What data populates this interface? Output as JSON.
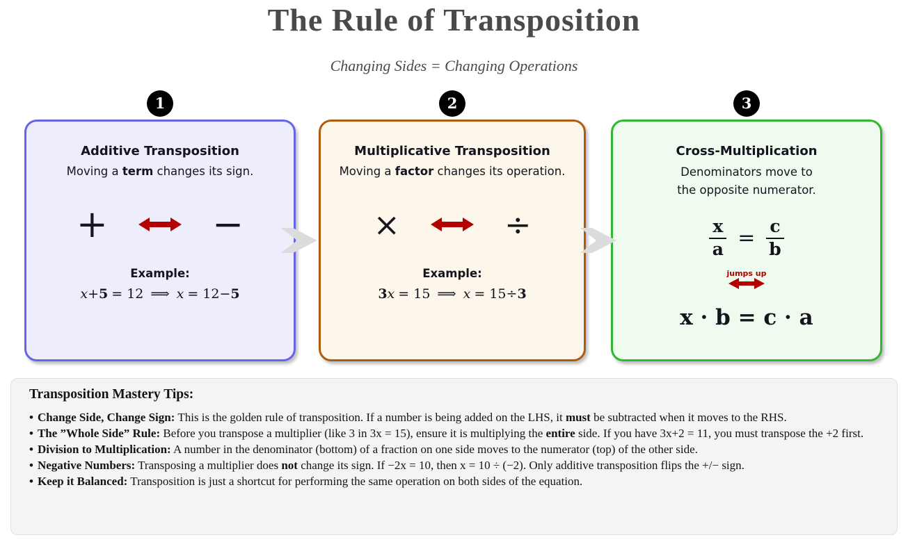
{
  "header": {
    "title": "The Rule of Transposition",
    "subtitle": "Changing Sides = Changing Operations"
  },
  "colors": {
    "card1_border": "#6565e8",
    "card1_bg": "#ededfc",
    "card2_border": "#b05c10",
    "card2_bg": "#fdf6eb",
    "card3_border": "#2eb82e",
    "card3_bg": "#effbef",
    "arrow_red": "#b30000",
    "badge_bg": "#000000",
    "chevron_gray": "#dcdcdc",
    "tips_bg": "#f4f4f4"
  },
  "cards": [
    {
      "badge": "1",
      "title": "Additive Transposition",
      "desc": {
        "pre": "Moving a ",
        "bold": "term",
        "post": " changes its sign."
      },
      "symbols": {
        "left": "+",
        "right": "−"
      },
      "example_label": "Example:",
      "example": {
        "var1": "x",
        "op1": "+",
        "num1": "5",
        "eq1": "= 12",
        "arrow": "⟹",
        "var2": "x",
        "eq2": "= 12",
        "op2": "−",
        "num2": "5"
      }
    },
    {
      "badge": "2",
      "title": "Multiplicative Transposition",
      "desc": {
        "pre": "Moving a ",
        "bold": "factor",
        "post": " changes its operation."
      },
      "symbols": {
        "left": "×",
        "right": "÷"
      },
      "example_label": "Example:",
      "example": {
        "num1": "3",
        "var1": "x",
        "eq1": "= 15",
        "arrow": "⟹",
        "var2": "x",
        "eq2": "= 15",
        "op2": "÷",
        "num2": "3"
      }
    },
    {
      "badge": "3",
      "title": "Cross-Multiplication",
      "desc_line1": "Denominators move to",
      "desc_line2": "the opposite numerator.",
      "fraction": {
        "num_left": "x",
        "den_left": "a",
        "equals": "=",
        "num_right": "c",
        "den_right": "b"
      },
      "arrow_label": "jumps up",
      "product": "x · b = c · a"
    }
  ],
  "tips": {
    "heading": "Transposition Mastery Tips:",
    "items": [
      {
        "bullet": "•",
        "lead": "Change Side, Change Sign:",
        "seg0": " This is the golden rule of transposition. If a number is being added on the LHS, it ",
        "bold0": "must",
        "seg1": " be subtracted when it moves to the RHS."
      },
      {
        "bullet": "•",
        "lead": "The ”Whole Side” Rule:",
        "seg0": " Before you transpose a multiplier (like 3 in 3x = 15), ensure it is multiplying the ",
        "bold0": "entire",
        "seg1": " side. If you have 3x+2 = 11, you must transpose the +2 first."
      },
      {
        "bullet": "•",
        "lead": "Division to Multiplication:",
        "seg0": " A number in the denominator (bottom) of a fraction on one side moves to the numerator (top) of the other side.",
        "bold0": "",
        "seg1": ""
      },
      {
        "bullet": "•",
        "lead": "Negative Numbers:",
        "seg0": " Transposing a multiplier does ",
        "bold0": "not",
        "seg1": " change its sign. If −2x = 10, then x = 10 ÷ (−2). Only additive transposition flips the +/− sign."
      },
      {
        "bullet": "•",
        "lead": "Keep it Balanced:",
        "seg0": " Transposition is just a shortcut for performing the same operation on both sides of the equation.",
        "bold0": "",
        "seg1": ""
      }
    ]
  }
}
